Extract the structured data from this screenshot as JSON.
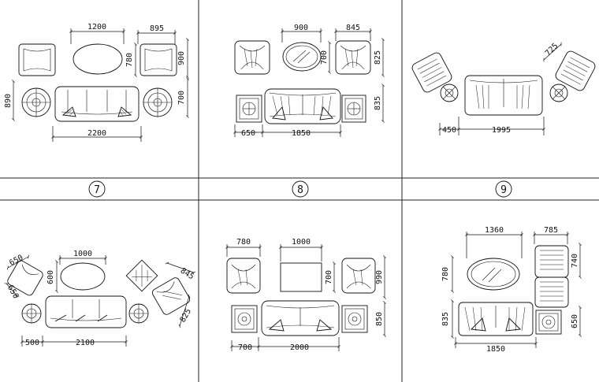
{
  "panel_labels": [
    "7",
    "8",
    "9"
  ],
  "dims": {
    "p1": {
      "w_oval": "1200",
      "w_chair": "895",
      "h_gap": "780",
      "h_chair": "900",
      "h_lamp": "700",
      "h_left": "890",
      "w_sofa": "2200"
    },
    "p2": {
      "w_mirror": "900",
      "w_chair": "845",
      "h_gap": "700",
      "h_chair": "825",
      "h_table": "835",
      "w_table": "650",
      "w_sofa": "1850"
    },
    "p3": {
      "chair_diag": "725",
      "w_table": "450",
      "w_sofa": "1995"
    },
    "p4": {
      "chair_w": "650",
      "chair_h": "650",
      "w_oval": "1000",
      "h_gap": "600",
      "w_chair_r": "845",
      "h_chair_r": "825",
      "w_table": "500",
      "w_sofa": "2100"
    },
    "p5": {
      "w_chair": "780",
      "w_table": "1000",
      "h_table": "700",
      "h_chair": "990",
      "h_side": "850",
      "w_side": "700",
      "w_sofa": "2000"
    },
    "p6": {
      "w_oval": "1360",
      "w_chair": "785",
      "h_oval": "780",
      "h_chair": "740",
      "h_sofa": "835",
      "h_side": "650",
      "w_sofa": "1850"
    }
  }
}
